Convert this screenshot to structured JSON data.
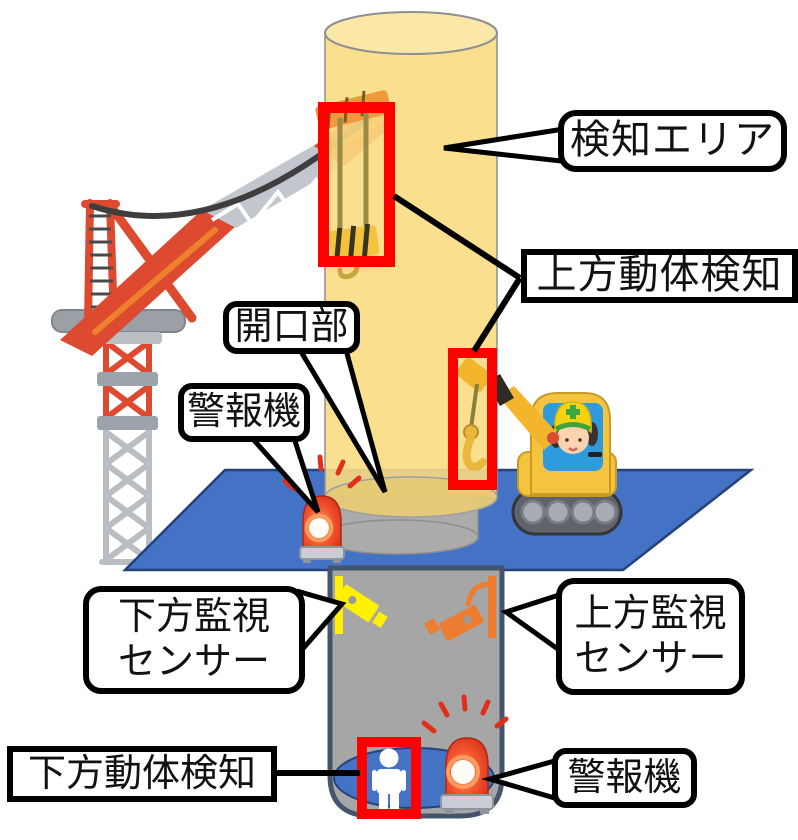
{
  "labels": {
    "detection_area": "検知エリア",
    "upper_motion_detection": "上方動体検知",
    "opening": "開口部",
    "alarm_upper": "警報機",
    "down_sensor_line1": "下方監視",
    "down_sensor_line2": "センサー",
    "up_sensor_line1": "上方監視",
    "up_sensor_line2": "センサー",
    "lower_motion_detection": "下方動体検知",
    "alarm_lower": "警報機"
  },
  "colors": {
    "highlight_red": "#FF0000",
    "floor_blue": "#4472C4",
    "floor_border": "#24437C",
    "cylinder_yellow": "#F9DC83",
    "cylinder_top": "#FBE8A9",
    "shaft_gray": "#A6A6A6",
    "shaft_border": "#44546A",
    "camera_down_yellow": "#FFF100",
    "camera_up_orange": "#ED7D31",
    "beacon_red": "#E0301C",
    "crane_red": "#DD4A2F",
    "machine_yellow": "#F4C43F",
    "line_black": "#000000"
  },
  "icons": {
    "crane": "crawler-crane-icon",
    "crane_hook": "crane-hook-icon",
    "excavator": "mini-crane-excavator-icon",
    "worker": "worker-icon",
    "down_camera": "cctv-camera-down-icon",
    "up_camera": "cctv-camera-up-icon",
    "beacon_floor": "alarm-beacon-icon",
    "beacon_pit": "alarm-beacon-icon",
    "person": "person-icon"
  }
}
